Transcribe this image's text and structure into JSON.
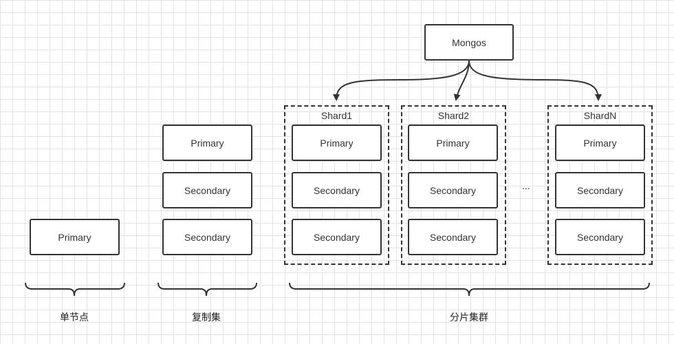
{
  "single_node": {
    "primary": "Primary",
    "caption": "单节点"
  },
  "replica_set": {
    "primary": "Primary",
    "secondary_1": "Secondary",
    "secondary_2": "Secondary",
    "caption": "复制集"
  },
  "sharded_cluster": {
    "router": "Mongos",
    "ellipsis": "...",
    "caption": "分片集群",
    "shards": [
      {
        "label": "Shard1",
        "primary": "Primary",
        "secondary_1": "Secondary",
        "secondary_2": "Secondary"
      },
      {
        "label": "Shard2",
        "primary": "Primary",
        "secondary_1": "Secondary",
        "secondary_2": "Secondary"
      },
      {
        "label": "ShardN",
        "primary": "Primary",
        "secondary_1": "Secondary",
        "secondary_2": "Secondary"
      }
    ]
  },
  "colors": {
    "stroke": "#333333",
    "grid": "#e3e3e3",
    "background": "#ffffff"
  }
}
